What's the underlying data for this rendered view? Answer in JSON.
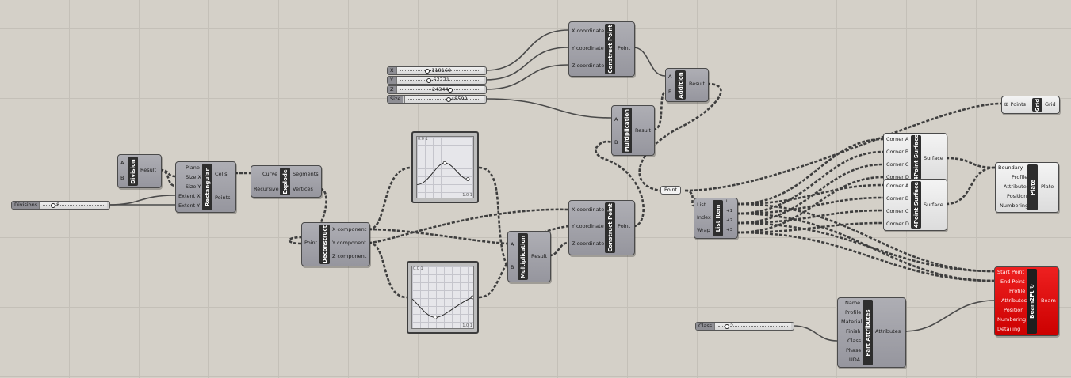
{
  "canvas": {
    "background": "#d4d0c8",
    "grid_color": "#c4c0b8",
    "wire_color": "#4a4a4a"
  },
  "sliders": [
    {
      "name": "X",
      "value": "-118160"
    },
    {
      "name": "Y",
      "value": "-67771"
    },
    {
      "name": "Z",
      "value": "24344"
    },
    {
      "name": "Size",
      "value": "48599"
    },
    {
      "name": "Divisions",
      "value": "8"
    },
    {
      "name": "Class",
      "value": "2"
    }
  ],
  "components": {
    "construct_point_1": {
      "title": "Construct Point",
      "inputs": [
        "X coordinate",
        "Y coordinate",
        "Z coordinate"
      ],
      "outputs": [
        "Point"
      ]
    },
    "construct_point_2": {
      "title": "Construct Point",
      "inputs": [
        "X coordinate",
        "Y coordinate",
        "Z coordinate"
      ],
      "outputs": [
        "Point"
      ]
    },
    "addition": {
      "title": "Addition",
      "inputs": [
        "A",
        "B"
      ],
      "outputs": [
        "Result"
      ]
    },
    "multiplication_1": {
      "title": "Multiplication",
      "inputs": [
        "A",
        "B"
      ],
      "outputs": [
        "Result"
      ]
    },
    "multiplication_2": {
      "title": "Multiplication",
      "inputs": [
        "A",
        "B"
      ],
      "outputs": [
        "Result"
      ]
    },
    "division": {
      "title": "Division",
      "inputs": [
        "A",
        "B"
      ],
      "outputs": [
        "Result"
      ]
    },
    "rectangular": {
      "title": "Rectangular",
      "inputs": [
        "Plane",
        "Size X",
        "Size Y",
        "Extent X",
        "Extent Y"
      ],
      "outputs": [
        "Cells",
        "Points"
      ]
    },
    "explode": {
      "title": "Explode",
      "inputs": [
        "Curve",
        "Recursive"
      ],
      "outputs": [
        "Segments",
        "Vertices"
      ]
    },
    "deconstruct": {
      "title": "Deconstruct",
      "inputs": [
        "Point"
      ],
      "outputs": [
        "X component",
        "Y component",
        "Z component"
      ]
    },
    "list_item": {
      "title": "List Item",
      "inputs": [
        "List",
        "Index",
        "Wrap"
      ],
      "outputs": [
        "i",
        "+1",
        "+2",
        "+3"
      ]
    },
    "surface_1": {
      "title": "4Point Surface",
      "inputs": [
        "Corner A",
        "Corner B",
        "Corner C",
        "Corner D"
      ],
      "outputs": [
        "Surface"
      ]
    },
    "surface_2": {
      "title": "4Point Surface",
      "inputs": [
        "Corner A",
        "Corner B",
        "Corner C",
        "Corner D"
      ],
      "outputs": [
        "Surface"
      ]
    },
    "grid": {
      "title": "Grid",
      "inputs": [
        "Points"
      ],
      "outputs": [
        "Grid"
      ]
    },
    "plate": {
      "title": "Plate",
      "inputs": [
        "Boundary",
        "Profile",
        "Attributes",
        "Position",
        "Numbering"
      ],
      "outputs": [
        "Plate"
      ]
    },
    "beam": {
      "title": "Beam2Pt ↻",
      "inputs": [
        "Start Point",
        "End Point",
        "Profile",
        "Attributes",
        "Position",
        "Numbering",
        "Detailing"
      ],
      "outputs": [
        "Beam"
      ]
    },
    "part_attributes": {
      "title": "Part Attributes",
      "inputs": [
        "Name",
        "Profile",
        "Material",
        "Finish",
        "Class",
        "Phase",
        "UDA"
      ],
      "outputs": [
        "Attributes"
      ]
    }
  },
  "point_param": {
    "label": "Point"
  },
  "graph_mappers": [
    {
      "top_label": "0.0 1",
      "bottom_label": "1.0 1"
    },
    {
      "top_label": "0.0 1",
      "bottom_label": "1.0 1"
    }
  ]
}
